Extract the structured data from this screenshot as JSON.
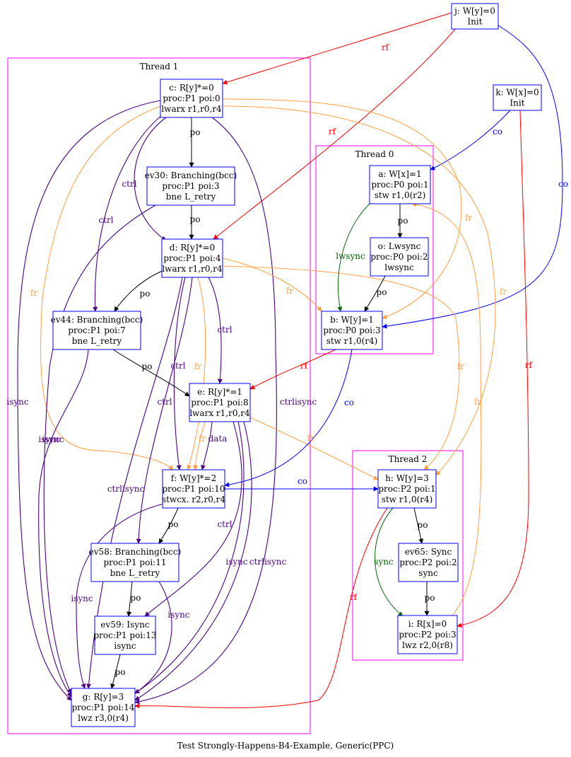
{
  "caption": "Test Strongly-Happens-B4-Example, Generic(PPC)",
  "colors": {
    "node_border": "#0000ff",
    "cluster_border": "#ff00ff",
    "po": "#000000",
    "rf": "#ff0000",
    "co": "#0000ff",
    "fr": "#ffa040",
    "dep": "#4b0082",
    "fence": "#006400"
  },
  "clusters": [
    {
      "id": "t1",
      "label": "Thread 1"
    },
    {
      "id": "t0",
      "label": "Thread 0"
    },
    {
      "id": "t2",
      "label": "Thread 2"
    }
  ],
  "nodes": [
    {
      "id": "j",
      "lines": [
        "j: W[y]=0",
        "Init"
      ]
    },
    {
      "id": "k",
      "lines": [
        "k: W[x]=0",
        "Init"
      ]
    },
    {
      "id": "c",
      "lines": [
        "c: R[y]*=0",
        "proc:P1 poi:0",
        "lwarx r1,r0,r4"
      ]
    },
    {
      "id": "ev30",
      "lines": [
        "ev30: Branching(bcc)",
        "proc:P1 poi:3",
        "bne  L_retry"
      ]
    },
    {
      "id": "d",
      "lines": [
        "d: R[y]*=0",
        "proc:P1 poi:4",
        "lwarx r1,r0,r4"
      ]
    },
    {
      "id": "ev44",
      "lines": [
        "ev44: Branching(bcc)",
        "proc:P1 poi:7",
        "bne  L_retry"
      ]
    },
    {
      "id": "e",
      "lines": [
        "e: R[y]*=1",
        "proc:P1 poi:8",
        "lwarx r1,r0,r4"
      ]
    },
    {
      "id": "f",
      "lines": [
        "f: W[y]*=2",
        "proc:P1 poi:10",
        "stwcx. r2,r0,r4"
      ]
    },
    {
      "id": "ev58",
      "lines": [
        "ev58: Branching(bcc)",
        "proc:P1 poi:11",
        "bne  L_retry"
      ]
    },
    {
      "id": "ev59",
      "lines": [
        "ev59: Isync",
        "proc:P1 poi:13",
        "isync"
      ]
    },
    {
      "id": "g",
      "lines": [
        "g: R[y]=3",
        "proc:P1 poi:14",
        "lwz r3,0(r4)"
      ]
    },
    {
      "id": "a",
      "lines": [
        "a: W[x]=1",
        "proc:P0 poi:1",
        "stw r1,0(r2)"
      ]
    },
    {
      "id": "o",
      "lines": [
        "o: Lwsync",
        "proc:P0 poi:2",
        "lwsync"
      ]
    },
    {
      "id": "b",
      "lines": [
        "b: W[y]=1",
        "proc:P0 poi:3",
        "stw r1,0(r4)"
      ]
    },
    {
      "id": "h",
      "lines": [
        "h: W[y]=3",
        "proc:P2 poi:1",
        "stw r1,0(r4)"
      ]
    },
    {
      "id": "ev65",
      "lines": [
        "ev65: Sync",
        "proc:P2 poi:2",
        "sync"
      ]
    },
    {
      "id": "i",
      "lines": [
        "i: R[x]=0",
        "proc:P2 poi:3",
        "lwz r2,0(r8)"
      ]
    }
  ],
  "edges": [
    {
      "id": "j-c",
      "kind": "rf",
      "label": "rf"
    },
    {
      "id": "j-d",
      "kind": "rf",
      "label": "rf"
    },
    {
      "id": "j-b",
      "kind": "co",
      "label": "co"
    },
    {
      "id": "k-a",
      "kind": "co",
      "label": "co"
    },
    {
      "id": "k-i",
      "kind": "rf",
      "label": "rf"
    },
    {
      "id": "c-ev30",
      "kind": "po",
      "label": "po"
    },
    {
      "id": "c-d",
      "kind": "dep",
      "label": "ctrl"
    },
    {
      "id": "c-ev44",
      "kind": "dep",
      "label": "ctrl"
    },
    {
      "id": "c-f",
      "kind": "fr",
      "label": "fr"
    },
    {
      "id": "c-g",
      "kind": "dep",
      "label": "isync"
    },
    {
      "id": "c-g2",
      "kind": "dep",
      "label": "ctrlisync"
    },
    {
      "id": "c-b",
      "kind": "fr",
      "label": "fr"
    },
    {
      "id": "c-h",
      "kind": "fr",
      "label": "fr"
    },
    {
      "id": "ev30-d",
      "kind": "po",
      "label": "po"
    },
    {
      "id": "ev30-g",
      "kind": "dep",
      "label": "isync"
    },
    {
      "id": "d-ev44",
      "kind": "po",
      "label": "po"
    },
    {
      "id": "d-e",
      "kind": "dep",
      "label": "ctrl"
    },
    {
      "id": "d-f",
      "kind": "dep",
      "label": "ctrl"
    },
    {
      "id": "d-f2",
      "kind": "fr",
      "label": "fr"
    },
    {
      "id": "d-ev58",
      "kind": "dep",
      "label": "ctrl"
    },
    {
      "id": "d-g",
      "kind": "dep",
      "label": "ctrlisync"
    },
    {
      "id": "d-b",
      "kind": "fr",
      "label": "fr"
    },
    {
      "id": "d-h",
      "kind": "fr",
      "label": "fr"
    },
    {
      "id": "ev44-e",
      "kind": "po",
      "label": "po"
    },
    {
      "id": "ev44-g",
      "kind": "dep",
      "label": "isync"
    },
    {
      "id": "e-f",
      "kind": "dep",
      "label": "data"
    },
    {
      "id": "e-f2",
      "kind": "fr",
      "label": "fr"
    },
    {
      "id": "e-h",
      "kind": "fr",
      "label": "fr"
    },
    {
      "id": "e-ev59",
      "kind": "dep",
      "label": "ctrl"
    },
    {
      "id": "e-g",
      "kind": "dep",
      "label": "isync"
    },
    {
      "id": "e-g2",
      "kind": "dep",
      "label": "ctrlisync"
    },
    {
      "id": "f-ev58",
      "kind": "po",
      "label": "po"
    },
    {
      "id": "f-h",
      "kind": "co",
      "label": "co"
    },
    {
      "id": "f-g",
      "kind": "dep",
      "label": "isync"
    },
    {
      "id": "ev58-ev59",
      "kind": "po",
      "label": "po"
    },
    {
      "id": "ev58-g",
      "kind": "dep",
      "label": "isync"
    },
    {
      "id": "ev59-g",
      "kind": "po",
      "label": "po"
    },
    {
      "id": "a-o",
      "kind": "po",
      "label": "po"
    },
    {
      "id": "a-b",
      "kind": "fence",
      "label": "lwsync"
    },
    {
      "id": "o-b",
      "kind": "po",
      "label": "po"
    },
    {
      "id": "b-e",
      "kind": "rf",
      "label": "rf"
    },
    {
      "id": "b-f",
      "kind": "co",
      "label": "co"
    },
    {
      "id": "h-ev65",
      "kind": "po",
      "label": "po"
    },
    {
      "id": "h-i",
      "kind": "fence",
      "label": "sync"
    },
    {
      "id": "h-g",
      "kind": "rf",
      "label": "rf"
    },
    {
      "id": "ev65-i",
      "kind": "po",
      "label": "po"
    },
    {
      "id": "i-a",
      "kind": "fr",
      "label": "fr"
    }
  ]
}
